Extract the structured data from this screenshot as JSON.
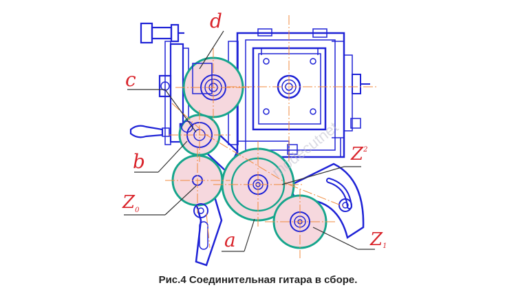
{
  "caption": "Рис.4 Соединительная гитара в сборе.",
  "watermark": "modecutnet",
  "labels": {
    "d": "d",
    "c": "c",
    "b": "b",
    "z0": "Z",
    "z0_sub": "0",
    "a": "a",
    "z1": "Z",
    "z1_sub": "1",
    "z2": "Z",
    "z2_sub": "2"
  },
  "colors": {
    "outline": "#1e22d6",
    "gear": "#16a58c",
    "gear_fill": "#f6d8de",
    "axis": "#f08a3c",
    "leader": "#333333",
    "label": "#d9232a"
  }
}
